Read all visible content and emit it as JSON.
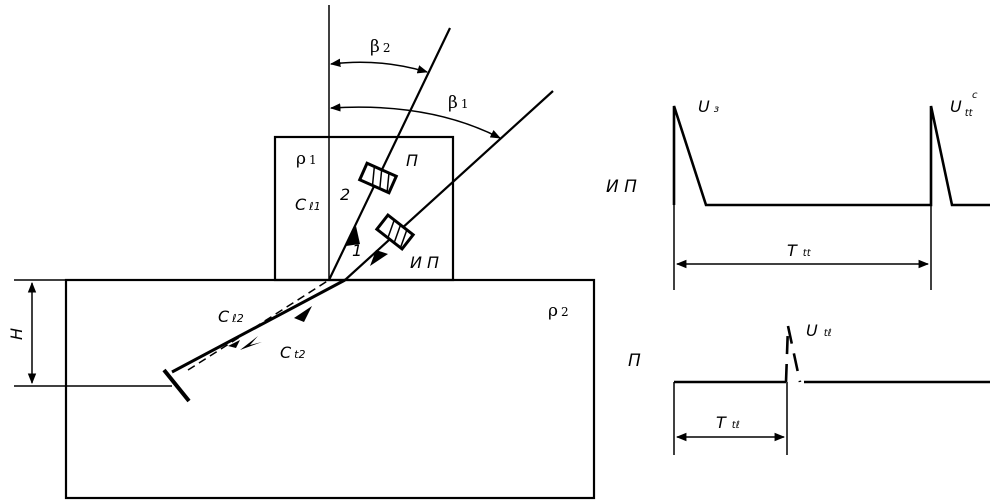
{
  "labels": {
    "beta2": "β",
    "beta2_sub": "2",
    "beta1": "β",
    "beta1_sub": "1",
    "rho1": "ρ",
    "rho1_sub": "1",
    "rho2": "ρ",
    "rho2_sub": "2",
    "c_l1": "C",
    "c_l1_sub": "ℓ1",
    "c_l2": "C",
    "c_l2_sub": "ℓ2",
    "c_t2": "C",
    "c_t2_sub": "t2",
    "probe_p": "П",
    "probe_ip": "И П",
    "ray2": "2",
    "ray1": "1",
    "height": "H"
  },
  "signals": {
    "ip_label": "И П",
    "p_label": "П",
    "u3": "U",
    "u3_sub": "з",
    "utt": "U",
    "utt_sub": "tt",
    "utt_sup": "c",
    "ttt": "T",
    "ttt_sub": "tt",
    "utl": "U",
    "utl_sub": "tℓ",
    "ttl": "T",
    "ttl_sub": "tℓ"
  }
}
